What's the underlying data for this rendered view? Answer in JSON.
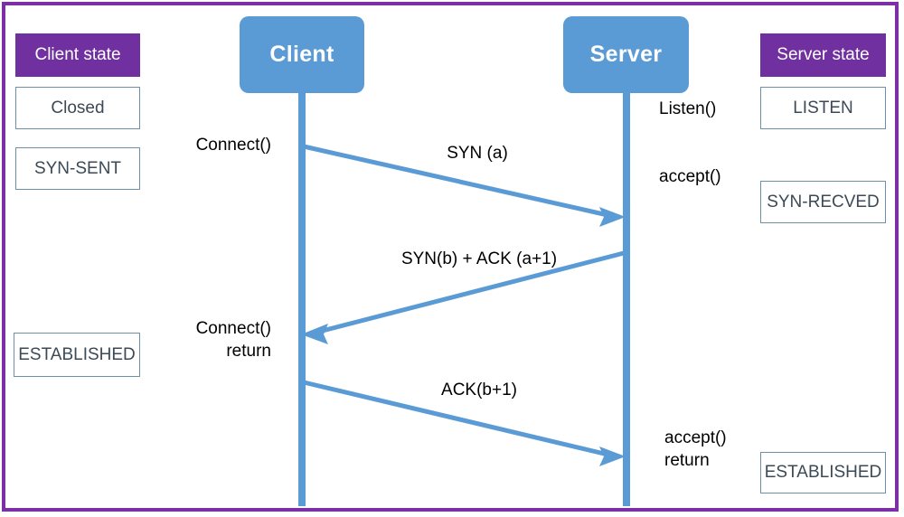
{
  "diagram": {
    "title": "TCP three-way handshake sequence diagram",
    "type": "sequence-diagram",
    "frame_color": "#7D2FA8",
    "accent_color": "#5B9BD5",
    "state_header_color": "#7030A0",
    "state_box_border_color": "#6E8FA8"
  },
  "participants": [
    {
      "name": "client",
      "label": "Client"
    },
    {
      "name": "server",
      "label": "Server"
    }
  ],
  "client_states": {
    "header": "Client state",
    "items": [
      {
        "label": "Closed"
      },
      {
        "label": "SYN-SENT"
      },
      {
        "label": "ESTABLISHED"
      }
    ]
  },
  "server_states": {
    "header": "Server state",
    "items": [
      {
        "label": "LISTEN"
      },
      {
        "label": "SYN-RECVED"
      },
      {
        "label": "ESTABLISHED"
      }
    ]
  },
  "client_calls": [
    {
      "label": "Connect()"
    },
    {
      "label": "Connect()\nreturn"
    }
  ],
  "server_calls": [
    {
      "label": "Listen()"
    },
    {
      "label": "accept()"
    },
    {
      "label": "accept()\nreturn"
    }
  ],
  "messages": [
    {
      "label": "SYN (a)",
      "from": "client",
      "to": "server"
    },
    {
      "label": "SYN(b) + ACK (a+1)",
      "from": "server",
      "to": "client"
    },
    {
      "label": "ACK(b+1)",
      "from": "client",
      "to": "server"
    }
  ]
}
